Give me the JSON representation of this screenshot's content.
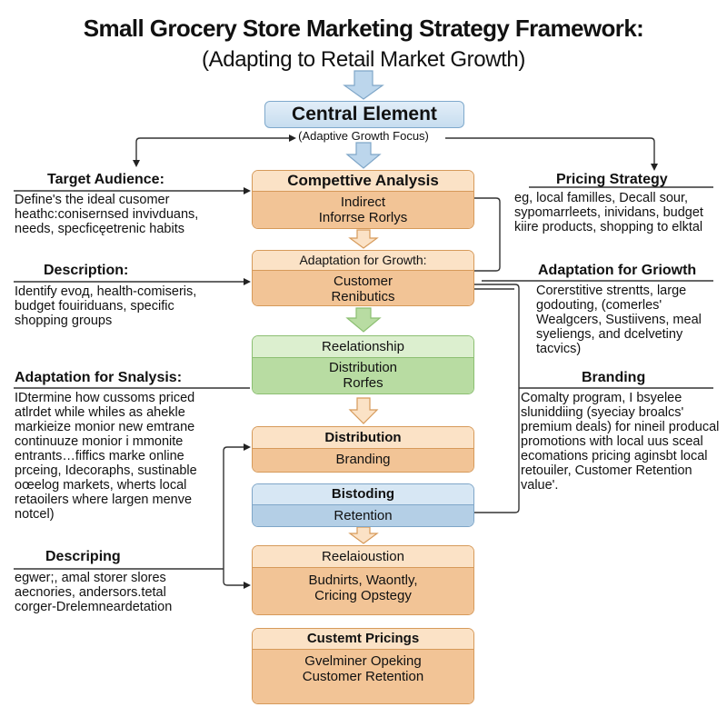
{
  "title": {
    "line1": "Small Grocery Store Marketing Strategy Framework:",
    "line2": "(Adapting  to Retail Market Growth)"
  },
  "central": {
    "label": "Central Element",
    "sublabel": "(Adaptive Growth Focus)"
  },
  "flow_boxes": [
    {
      "header": "Compettive Analysis",
      "body": [
        "Indirect",
        "Inforrse Rorlys"
      ],
      "color": "orange"
    },
    {
      "header": "Adaptation for Growth:",
      "body": [
        "Customer",
        "Renibutics"
      ],
      "color": "orange"
    },
    {
      "header": "Reelationship",
      "body": [
        "Distribution",
        "Rorfes"
      ],
      "color": "green"
    },
    {
      "header": "Distribution",
      "body": [
        "Branding"
      ],
      "color": "orange"
    },
    {
      "header": "Bistoding",
      "body": [
        "Retention"
      ],
      "color": "blue"
    },
    {
      "header": "Reelaioustion",
      "body": [
        "Budnirts, Waontly,",
        "Cricing Opstegy"
      ],
      "color": "orange"
    },
    {
      "header": "Custemt Pricings",
      "body": [
        "Gvelminer Opeking",
        "Customer Retention"
      ],
      "color": "orange"
    }
  ],
  "left_sections": [
    {
      "heading": "Target Audience:",
      "lines": [
        "Define's the ideal cusomer",
        "heathc:conisernsed invivduans,",
        "needs, specficęetrenic habits"
      ]
    },
    {
      "heading": "Description:",
      "lines": [
        "Identify evoд, health-comiseris,",
        "budget fouiriduans, specific",
        "shopping groups"
      ]
    },
    {
      "heading": "Adaptation for Snalysis:",
      "lines": [
        "IDtermine how cussoms priced",
        "atlrdet while whiles as ahekle",
        "markieize monior new emtrane",
        "continuuze monior i mmonite",
        "entrants…fiffics marke online",
        "prceing, Idecoraphs, sustinable",
        "oœelog markets, wherts local",
        "retaoilers where largen menve",
        "notcel)"
      ]
    },
    {
      "heading": "Descriping",
      "lines": [
        "egwer;, amal storer slores",
        "aecnories, andersors.tetal",
        "corger-Drelemneardetation"
      ]
    }
  ],
  "right_sections": [
    {
      "heading": "Pricing Strategy",
      "lines": [
        "eg, local familles, Decall sour,",
        "sypomarrleets, inividans, budget",
        "kiire products, shopping to elktal"
      ]
    },
    {
      "heading": "Adaptation for Griowth",
      "lines": [
        "Corerstitive strentts, large",
        "godouting, (comerles'",
        "Wealgcers, Sustiivens, meal",
        "syeliengs, and dcelvetiny",
        "tacvics)"
      ]
    },
    {
      "heading": "Branding",
      "lines": [
        "Comalty program, I bsyelee",
        "sluniddiing (syeciay broalcs'",
        "premium deals) for nineil producal",
        "promotions with local uus sceal",
        "ecomations pricing aginsbt local",
        "retouiler, Customer Retention",
        "value'."
      ]
    }
  ],
  "colors": {
    "orange_header": "#fbe2c6",
    "orange_body": "#f2c496",
    "orange_border": "#d69a5a",
    "green_header": "#dcefcf",
    "green_body": "#b8dca2",
    "blue_header": "#d7e7f4",
    "blue_body": "#b4cfe6",
    "arrow_blue": "#bcd6ec"
  }
}
